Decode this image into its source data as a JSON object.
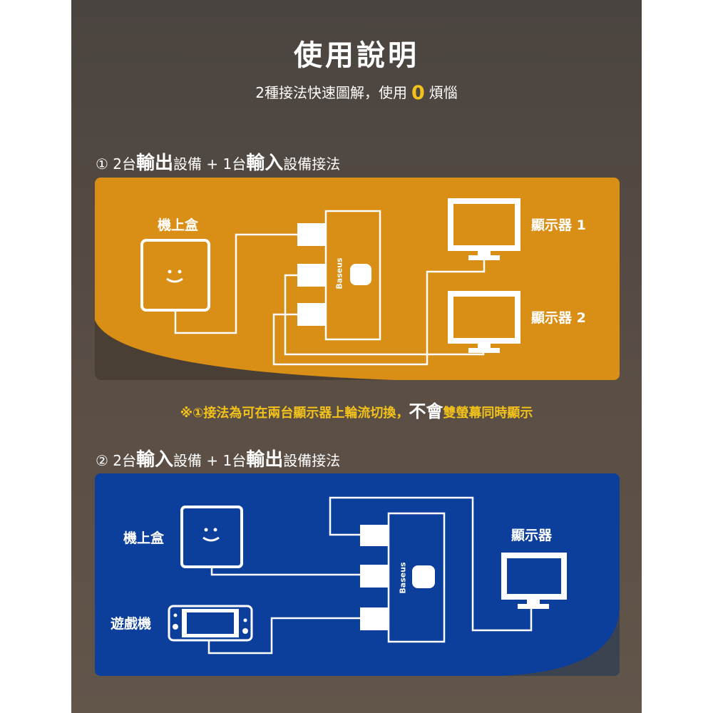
{
  "header": {
    "title": "使用說明",
    "subtitle_before": "2種接法快速圖解，使用",
    "subtitle_zero": "0",
    "subtitle_after": "煩惱"
  },
  "section1": {
    "heading": [
      "① 2台",
      "輸出",
      "設備 + 1台",
      "輸入",
      "設備接法"
    ],
    "labels": {
      "source": "機上盒",
      "display1": "顯示器 1",
      "display2": "顯示器 2",
      "brand": "Baseus"
    },
    "note": [
      "※①接法為可在兩台顯示器上輪流切換，",
      "不會",
      "雙螢幕同時顯示"
    ]
  },
  "section2": {
    "heading": [
      "② 2台",
      "輸入",
      "設備 + 1台",
      "輸出",
      "設備接法"
    ],
    "labels": {
      "source1": "機上盒",
      "source2": "遊戲機",
      "display": "顯示器",
      "brand": "Baseus"
    }
  },
  "colors": {
    "orange_panel": "#d98e15",
    "blue_panel": "#0c3f9b",
    "accent": "#f2c21b",
    "line": "#ffffff"
  }
}
